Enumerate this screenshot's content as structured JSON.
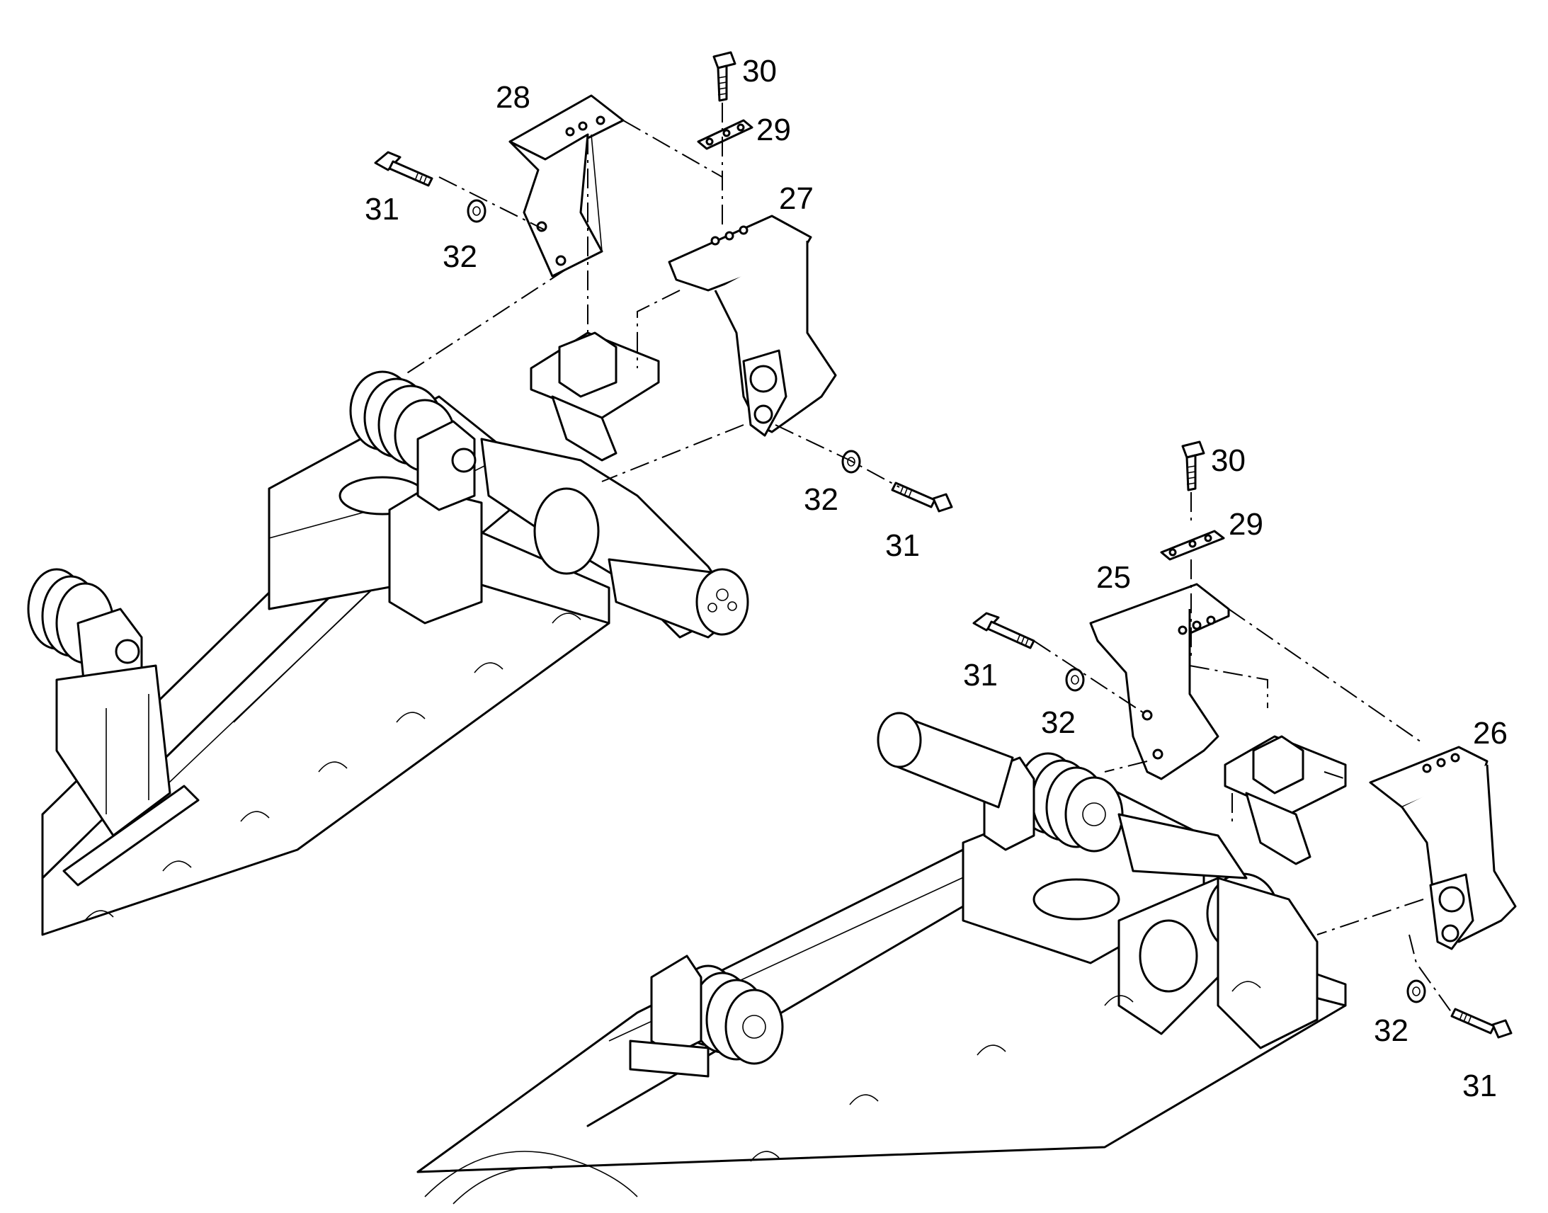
{
  "callouts": {
    "c28": "28",
    "c30a": "30",
    "c29a": "29",
    "c31a": "31",
    "c32a": "32",
    "c27": "27",
    "c32b": "32",
    "c31b": "31",
    "c30b": "30",
    "c29b": "29",
    "c25": "25",
    "c31c": "31",
    "c32c": "32",
    "c26": "26",
    "c32d": "32",
    "c31d": "31"
  },
  "colors": {
    "line": "#000000",
    "background": "#ffffff"
  }
}
